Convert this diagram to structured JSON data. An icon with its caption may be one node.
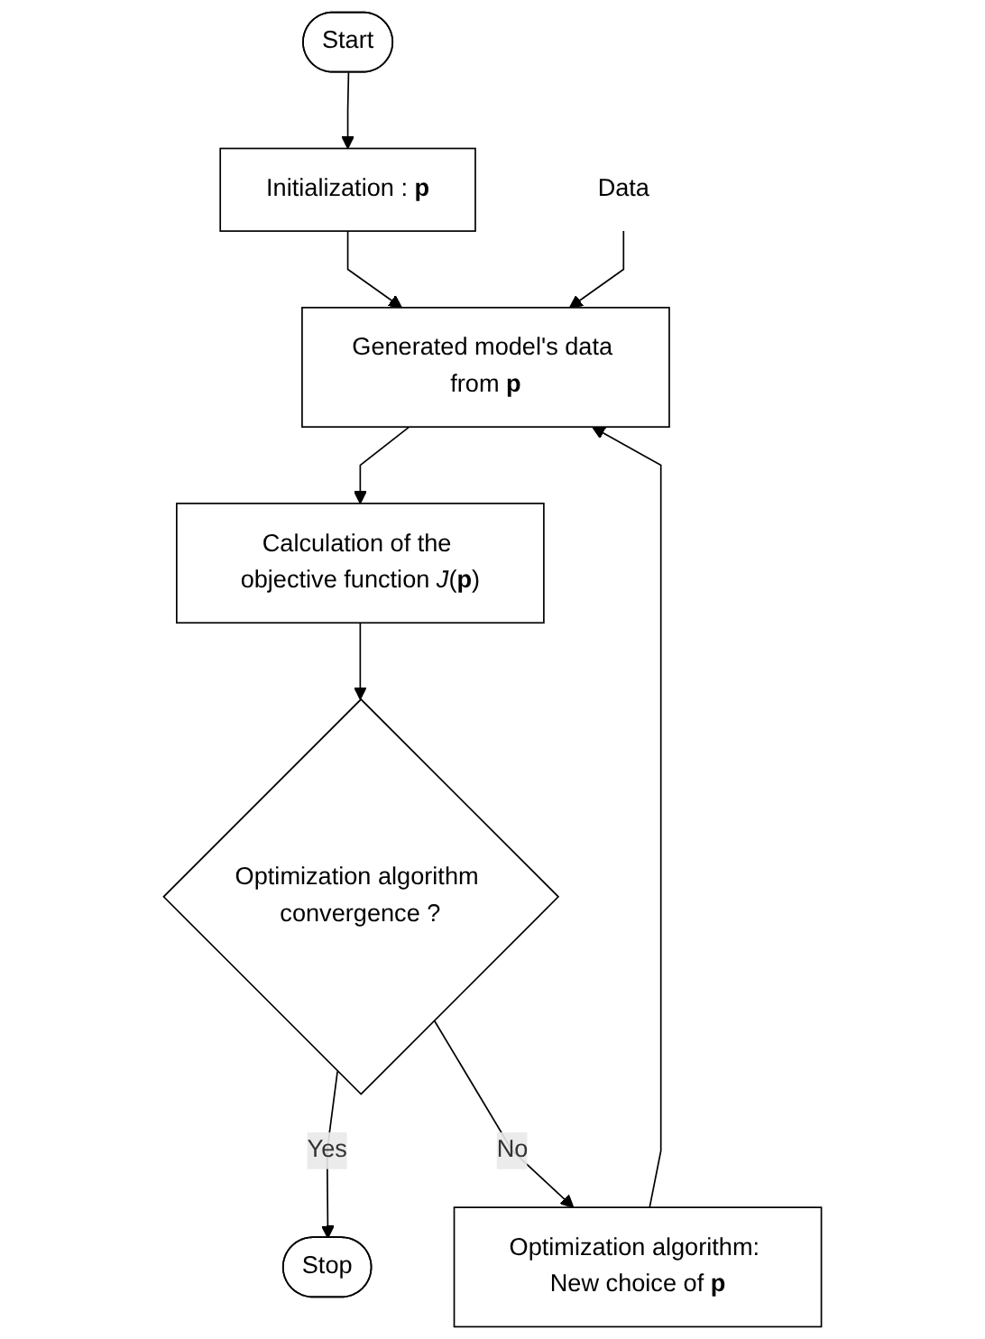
{
  "diagram": {
    "nodes": [
      {
        "text": [
          "Start"
        ]
      },
      {
        "text": [
          "Initialization : **p**"
        ]
      },
      {
        "text": [
          "Generated model's data from **p**"
        ]
      },
      {
        "text": [
          "Calculation of the objective function *J*(**p**)"
        ]
      },
      {
        "text": [
          "Optimization algorithm convergence ?"
        ]
      },
      {
        "text": [
          "Stop"
        ]
      },
      {
        "text": [
          "Optimization algorithm: New choice of **p**"
        ]
      },
      {
        "text": [
          "Data"
        ]
      }
    ],
    "edges": [
      {
        "from": 0,
        "to": 1,
        "arrow": "to"
      },
      {
        "from": 1,
        "to": 2,
        "arrow": "to"
      },
      {
        "from": 2,
        "to": 3,
        "arrow": "to"
      },
      {
        "from": 3,
        "to": 4,
        "arrow": "to"
      },
      {
        "from": 4,
        "to": 5,
        "arrow": "to",
        "label": "Yes"
      },
      {
        "from": 4,
        "to": 6,
        "arrow": "to",
        "label": "No"
      },
      {
        "from": 6,
        "to": 2,
        "arrow": "to"
      },
      {
        "from": 7,
        "to": 2,
        "arrow": "to"
      }
    ]
  }
}
